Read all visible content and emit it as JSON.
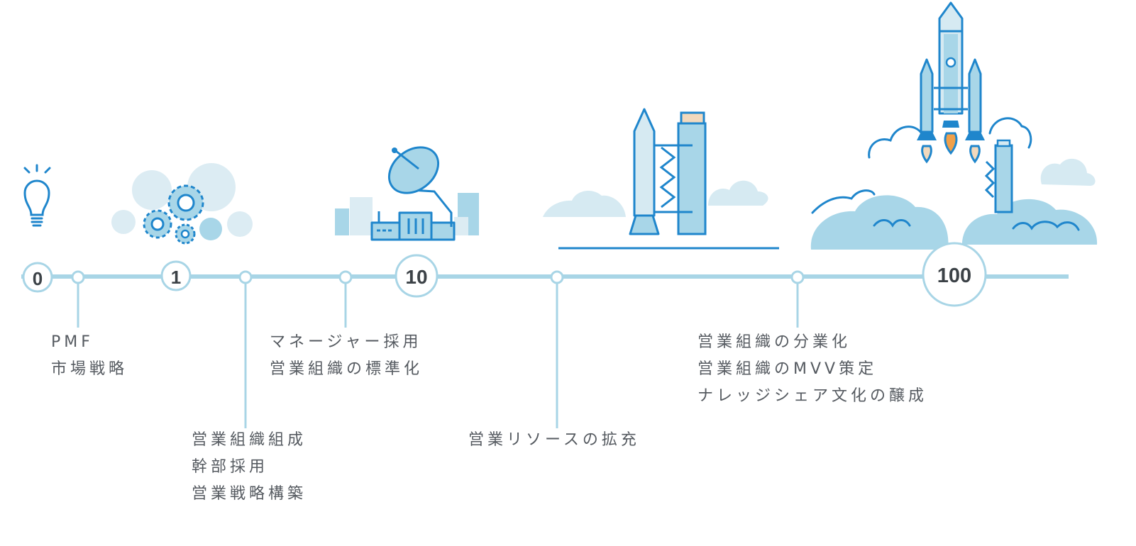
{
  "timeline": {
    "stages": [
      {
        "number": "0"
      },
      {
        "number": "1"
      },
      {
        "number": "10"
      },
      {
        "number": "100"
      }
    ],
    "milestones": [
      {
        "lines": [
          "PMF",
          "市場戦略"
        ]
      },
      {
        "lines": [
          "営業組織組成",
          "幹部採用",
          "営業戦略構築"
        ]
      },
      {
        "lines": [
          "マネージャー採用",
          "営業組織の標準化"
        ]
      },
      {
        "lines": [
          "営業リソースの拡充"
        ]
      },
      {
        "lines": [
          "営業組織の分業化",
          "営業組織のMVV策定",
          "ナレッジシェア文化の醸成"
        ]
      }
    ]
  },
  "illustrations": {
    "stage_0": "lightbulb-icon",
    "stage_1": "gears-icon",
    "stage_10": "satellite-dish-factory-icon",
    "growth": "rocket-on-launchpad-icon",
    "stage_100": "rocket-launch-icon"
  },
  "colors": {
    "line": "#a8d5e6",
    "blue": "#1f86cc",
    "light_blue": "#a8d6e8",
    "pale_blue": "#d6eaf2",
    "flame_orange": "#f0a04a",
    "text": "#555a60"
  }
}
